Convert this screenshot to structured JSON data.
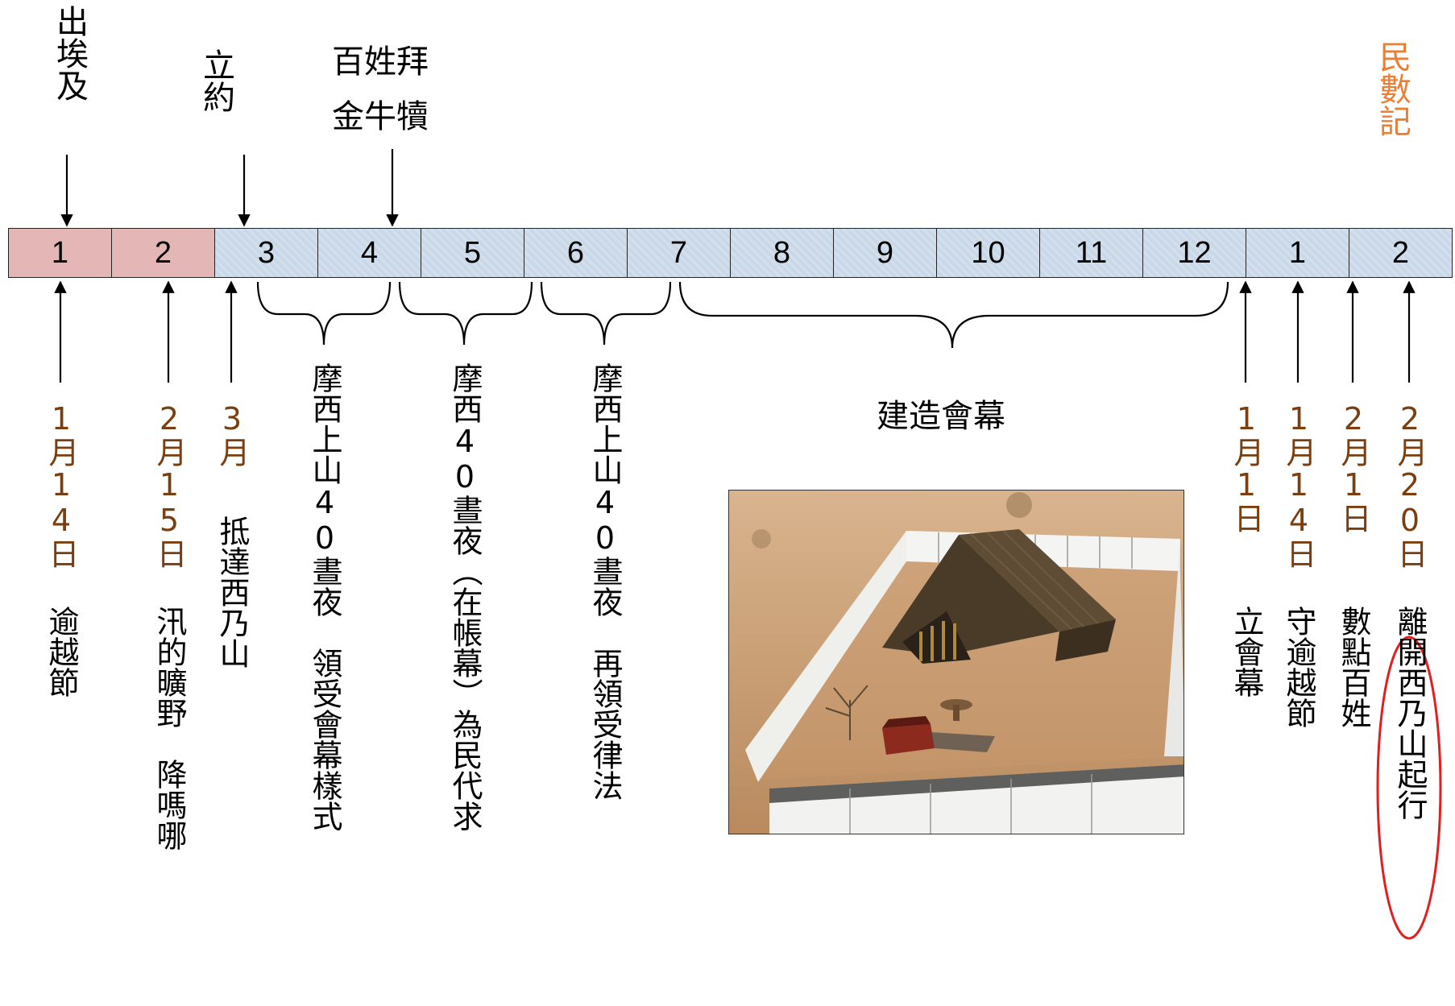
{
  "top_labels": {
    "exodus": "出埃及",
    "covenant": "立約",
    "golden_calf_line1": "百姓拜",
    "golden_calf_line2": "金牛犢",
    "numbers": "民數記"
  },
  "timeline": {
    "cells": [
      "1",
      "2",
      "3",
      "4",
      "5",
      "6",
      "7",
      "8",
      "9",
      "10",
      "11",
      "12",
      "1",
      "2"
    ],
    "colors": {
      "first_year_early": "#e4b6b6",
      "rest": "#c9d8e8",
      "border": "#222222"
    }
  },
  "events": [
    {
      "date": "1月14日",
      "desc": "逾越節"
    },
    {
      "date": "2月15日",
      "desc": "汛的曠野　降嗎哪"
    },
    {
      "date": "3月",
      "desc": "抵達西乃山"
    },
    {
      "date": "1月1日",
      "desc": "立會幕"
    },
    {
      "date": "1月14日",
      "desc": "守逾越節"
    },
    {
      "date": "2月1日",
      "desc": "數點百姓"
    },
    {
      "date": "2月20日",
      "desc": "離開西乃山起行"
    }
  ],
  "periods": [
    {
      "label": "摩西上山40晝夜　領受會幕樣式"
    },
    {
      "label": "摩西40晝夜（在帳幕）為民代求"
    },
    {
      "label": "摩西上山40晝夜　再領受律法"
    },
    {
      "label": "建造會幕"
    }
  ],
  "image": {
    "icon": "tabernacle-photo"
  },
  "colors": {
    "date_text": "#7a3e0f",
    "numbers_label": "#ed7d31",
    "highlight_oval": "#e02020"
  }
}
